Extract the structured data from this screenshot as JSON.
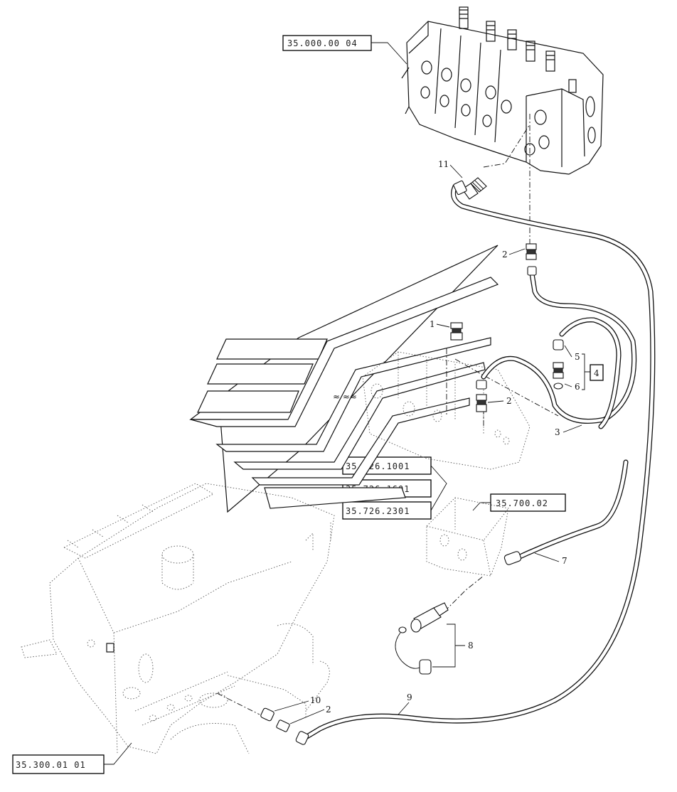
{
  "references": {
    "control_valve": "35.000.00 04",
    "ref_1001": "35.726.1001",
    "ref_1601": "35.726.1601",
    "ref_2301": "35.726.2301",
    "block": "35.700.02",
    "transmission": "35.300.01 01"
  },
  "callouts": {
    "item_1": "1",
    "item_2_top": "2",
    "item_2_mid": "2",
    "item_2_bottom": "2",
    "item_3": "3",
    "item_4": "4",
    "item_5": "5",
    "item_6": "6",
    "item_7": "7",
    "item_8": "8",
    "item_9": "9",
    "item_10": "10",
    "item_11": "11"
  }
}
